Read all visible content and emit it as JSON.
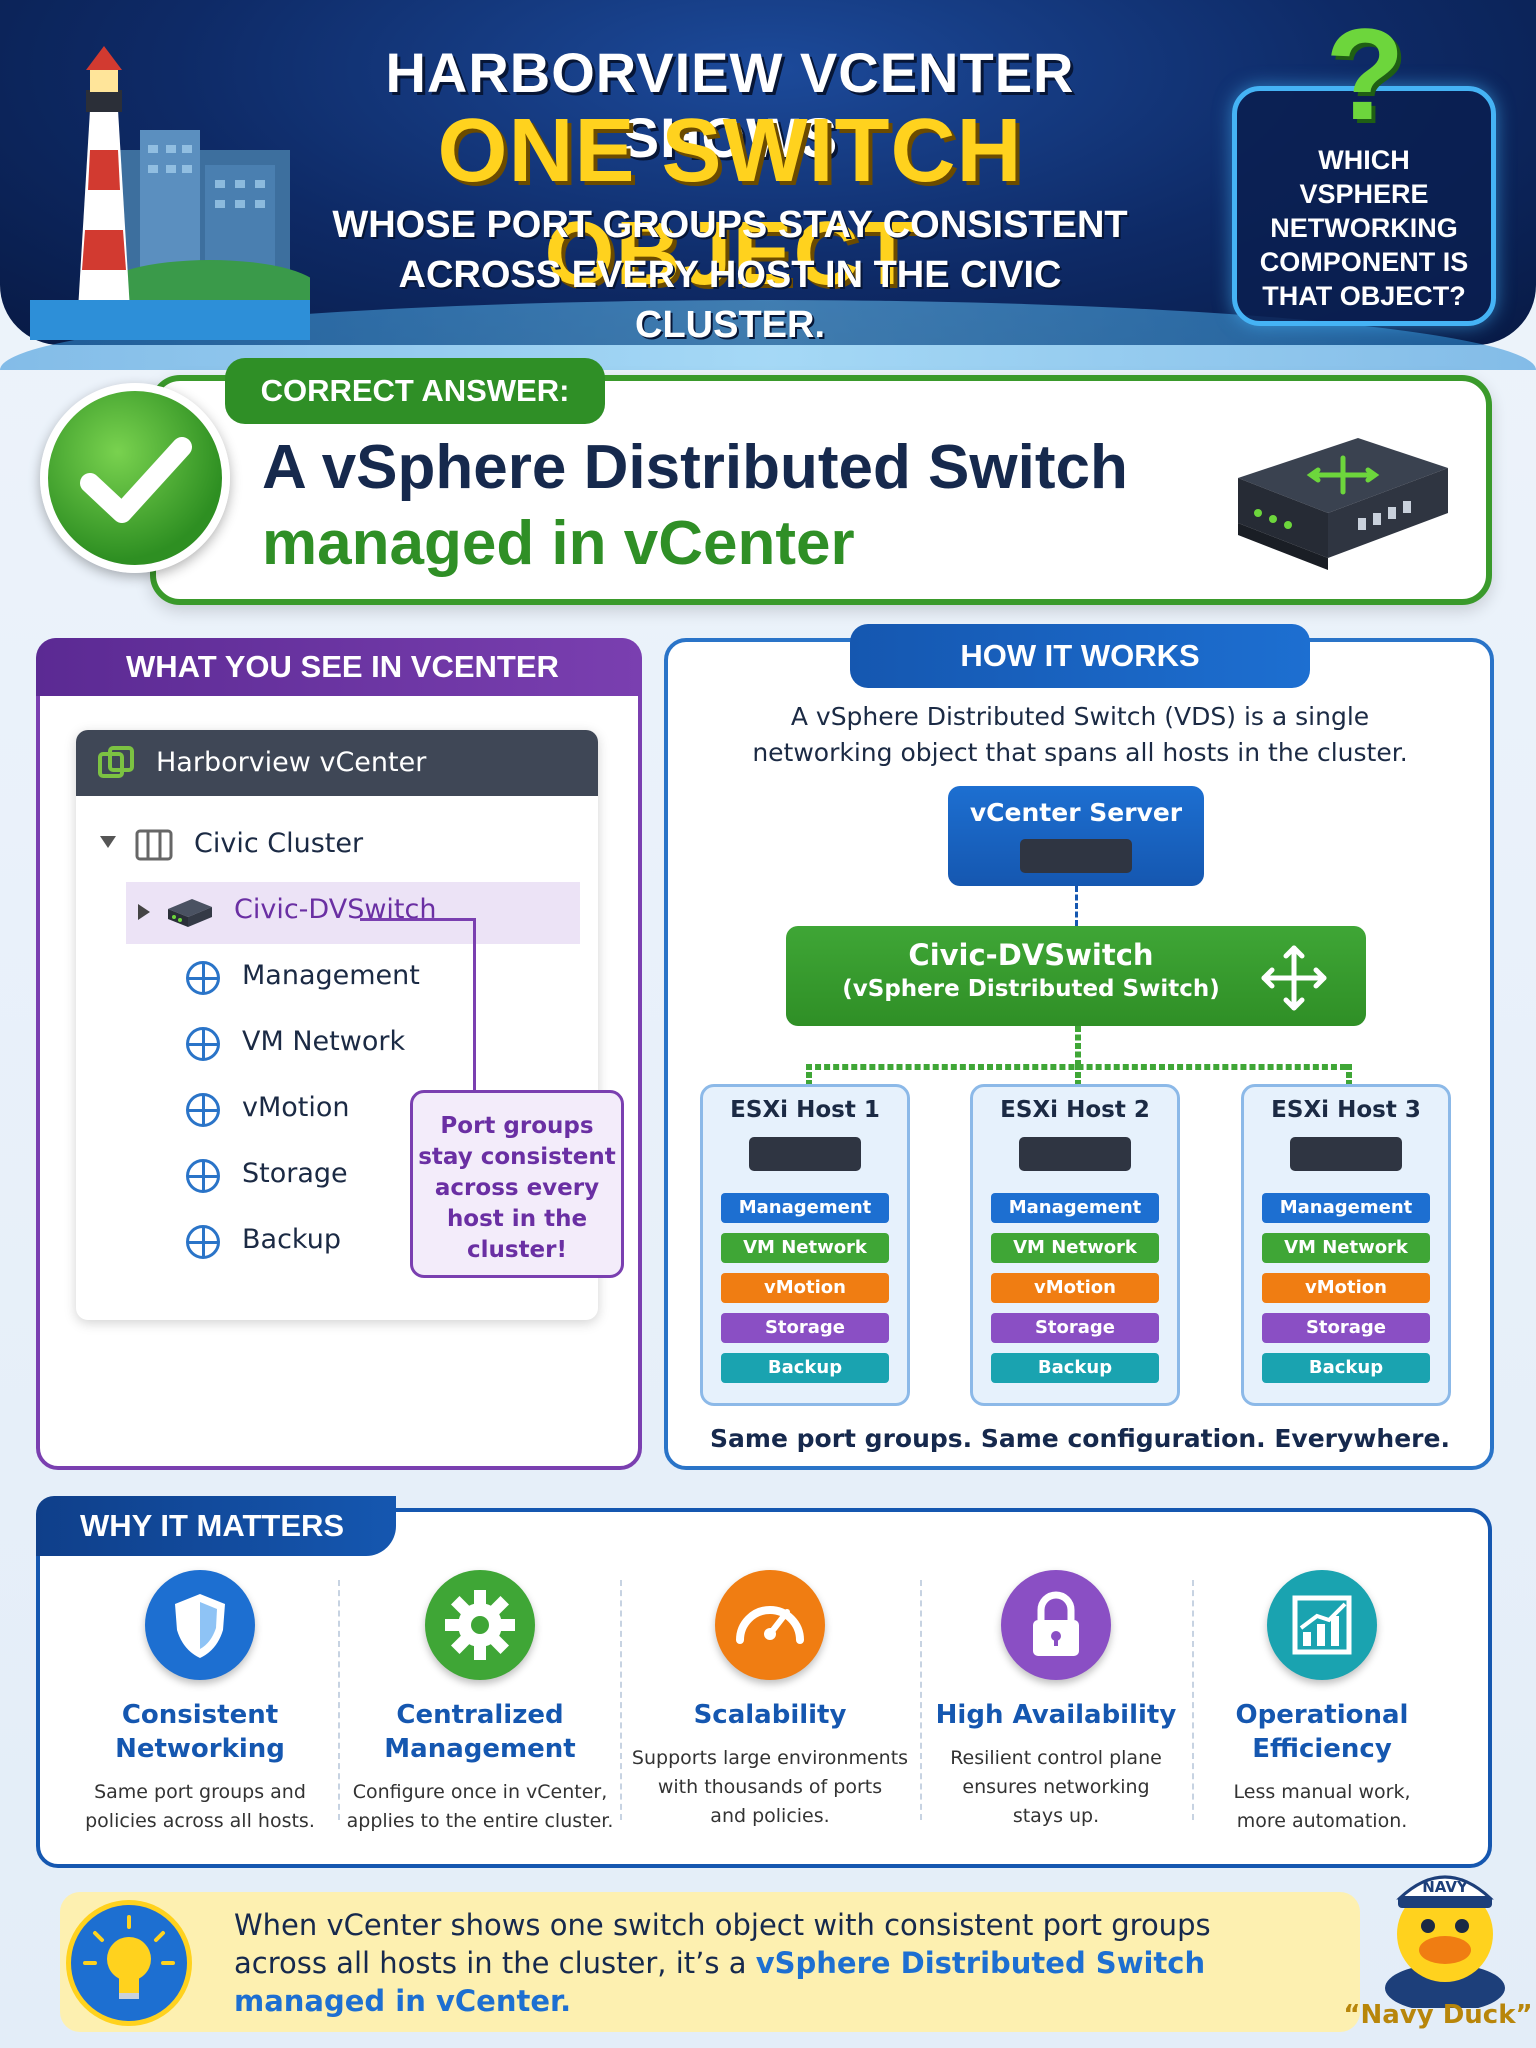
{
  "header": {
    "line1": "HARBORVIEW VCENTER SHOWS",
    "line2": "ONE SWITCH OBJECT",
    "line3a": "WHOSE PORT GROUPS STAY CONSISTENT",
    "line3b": "ACROSS EVERY HOST IN THE CIVIC CLUSTER.",
    "question": [
      "WHICH",
      "VSPHERE",
      "NETWORKING",
      "COMPONENT IS",
      "THAT OBJECT?"
    ],
    "question_mark": "?"
  },
  "answer": {
    "tab": "CORRECT ANSWER:",
    "line1": "A vSphere Distributed Switch",
    "line2": "managed in vCenter"
  },
  "left": {
    "title": "WHAT YOU SEE IN VCENTER",
    "vcenter": "Harborview vCenter",
    "cluster": "Civic Cluster",
    "dvswitch": "Civic-DVSwitch",
    "portgroups": [
      "Management",
      "VM Network",
      "vMotion",
      "Storage",
      "Backup"
    ],
    "callout": [
      "Port groups",
      "stay consistent",
      "across every",
      "host in the",
      "cluster!"
    ]
  },
  "how": {
    "title": "HOW IT WORKS",
    "desc1": "A vSphere Distributed Switch (VDS) is a single",
    "desc2": "networking object that spans all hosts in the cluster.",
    "vcenter_server": "vCenter Server",
    "dvs_name": "Civic-DVSwitch",
    "dvs_type": "(vSphere Distributed Switch)",
    "hosts": [
      {
        "name": "ESXi Host 1"
      },
      {
        "name": "ESXi Host 2"
      },
      {
        "name": "ESXi Host 3"
      }
    ],
    "portgroups": [
      "Management",
      "VM Network",
      "vMotion",
      "Storage",
      "Backup"
    ],
    "pg_colors": [
      "#1d6fd1",
      "#3fa636",
      "#f07d12",
      "#8a4fc4",
      "#1aa3b0"
    ],
    "footer": "Same port groups. Same configuration. Everywhere."
  },
  "why": {
    "title": "WHY IT MATTERS",
    "items": [
      {
        "h1": "Consistent",
        "h2": "Networking",
        "p1": "Same port groups and",
        "p2": "policies across all hosts.",
        "p3": "",
        "icon": "shield-icon",
        "color": "#1d6fd1"
      },
      {
        "h1": "Centralized",
        "h2": "Management",
        "p1": "Configure once in vCenter,",
        "p2": "applies to the entire cluster.",
        "p3": "",
        "icon": "gear-icon",
        "color": "#3fa636"
      },
      {
        "h1": "Scalability",
        "h2": "",
        "p1": "Supports large environments",
        "p2": "with thousands of ports",
        "p3": "and policies.",
        "icon": "speedometer-icon",
        "color": "#f07d12"
      },
      {
        "h1": "High Availability",
        "h2": "",
        "p1": "Resilient control plane",
        "p2": "ensures networking",
        "p3": "stays up.",
        "icon": "lock-icon",
        "color": "#8a4fc4"
      },
      {
        "h1": "Operational",
        "h2": "Efficiency",
        "p1": "Less manual work,",
        "p2": "more automation.",
        "p3": "",
        "icon": "chart-icon",
        "color": "#1aa3b0"
      }
    ]
  },
  "tip": {
    "t1": "When vCenter shows one switch object with consistent port groups",
    "t2": "across all hosts in the cluster, it’s a",
    "t2_hl": "vSphere Distributed Switch",
    "t3_hl": "managed in vCenter."
  },
  "duck": {
    "hat": "NAVY",
    "caption": "“Navy Duck”"
  }
}
